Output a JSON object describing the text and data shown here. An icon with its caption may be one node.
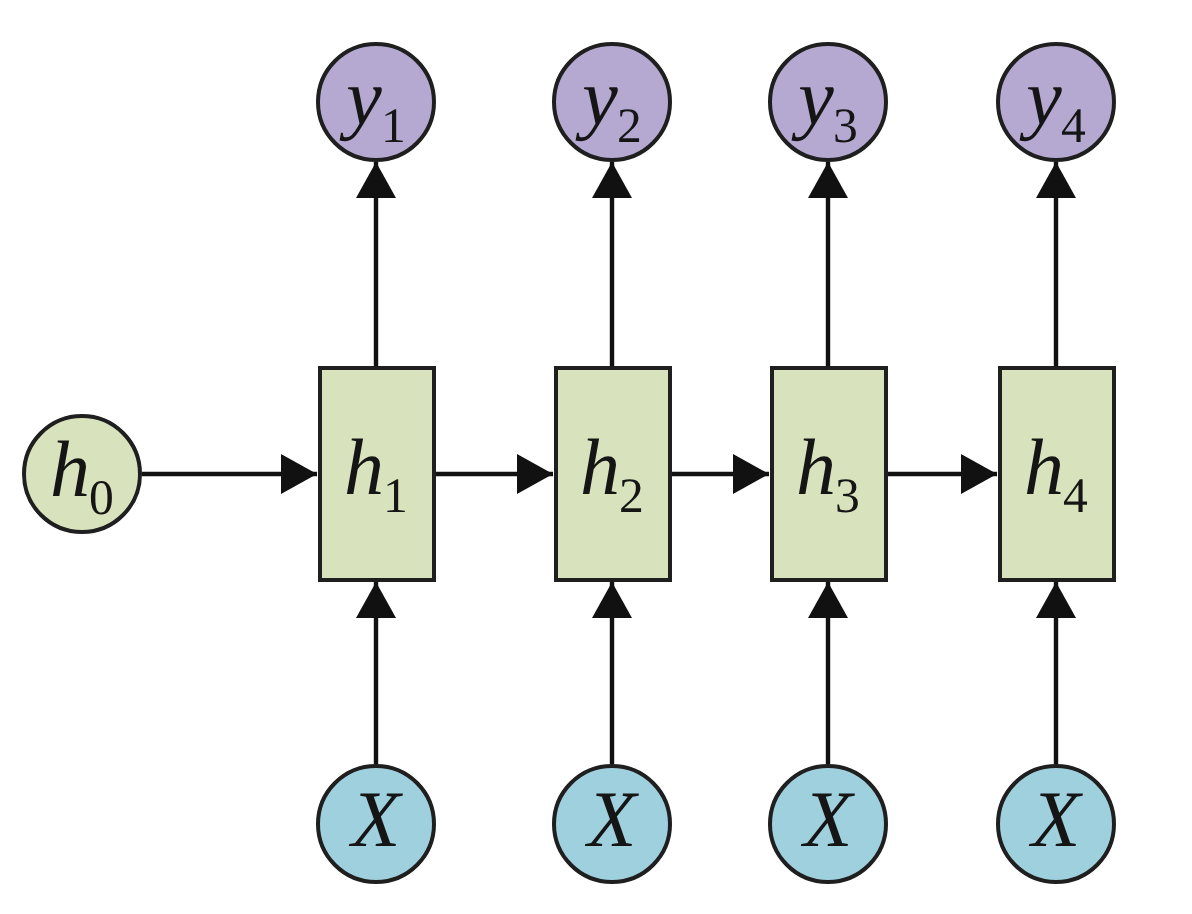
{
  "diagram": {
    "nodes": [
      {
        "text": [
          "*y*$_{1}$"
        ]
      },
      {
        "text": [
          "*y*$_{2}$"
        ]
      },
      {
        "text": [
          "*y*$_{3}$"
        ]
      },
      {
        "text": [
          "*y*$_{4}$"
        ]
      },
      {
        "text": [
          "*h*$_{0}$"
        ]
      },
      {
        "text": [
          "*h*$_{1}$"
        ]
      },
      {
        "text": [
          "*h*$_{2}$"
        ]
      },
      {
        "text": [
          "*h*$_{3}$"
        ]
      },
      {
        "text": [
          "*h*$_{4}$"
        ]
      },
      {
        "text": [
          "X"
        ]
      },
      {
        "text": [
          "X"
        ]
      },
      {
        "text": [
          "X"
        ]
      },
      {
        "text": [
          "X"
        ]
      }
    ],
    "edges": [
      {
        "from": 4,
        "to": 5,
        "arrow": "to"
      },
      {
        "from": 5,
        "to": 6,
        "arrow": "to"
      },
      {
        "from": 6,
        "to": 7,
        "arrow": "to"
      },
      {
        "from": 7,
        "to": 8,
        "arrow": "to"
      },
      {
        "from": 5,
        "to": 0,
        "arrow": "to"
      },
      {
        "from": 6,
        "to": 1,
        "arrow": "to"
      },
      {
        "from": 7,
        "to": 2,
        "arrow": "to"
      },
      {
        "from": 8,
        "to": 3,
        "arrow": "to"
      },
      {
        "from": 9,
        "to": 5,
        "arrow": "to"
      },
      {
        "from": 10,
        "to": 6,
        "arrow": "to"
      },
      {
        "from": 11,
        "to": 7,
        "arrow": "to"
      },
      {
        "from": 12,
        "to": 8,
        "arrow": "to"
      }
    ]
  }
}
